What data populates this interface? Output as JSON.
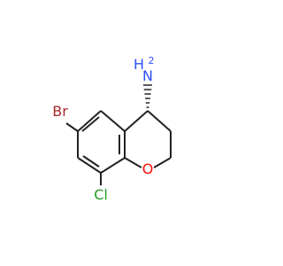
{
  "atoms": {
    "amine_n": "N",
    "amine_h": "H",
    "amine_h_count": "2",
    "bromine": "Br",
    "chlorine": "Cl",
    "ring_oxygen": "O"
  },
  "colors": {
    "bond": "#222222",
    "nitrogen": "#3050f8",
    "bromine": "#a62929",
    "chlorine": "#1fa01f",
    "oxygen": "#ff0d0d"
  }
}
